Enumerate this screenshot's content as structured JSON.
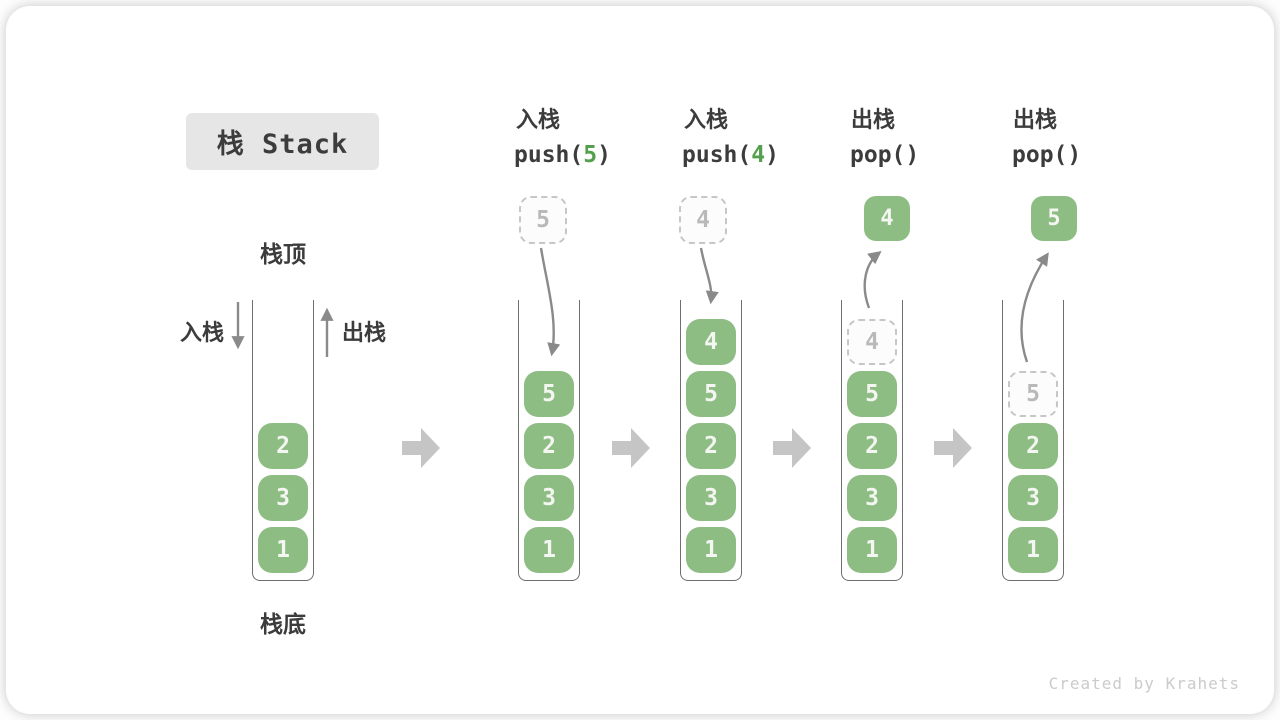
{
  "title": {
    "text": "栈 Stack"
  },
  "legend": {
    "stack_top": "栈顶",
    "stack_bottom": "栈底",
    "push_label": "入栈",
    "pop_label": "出栈"
  },
  "watermark": "Created by Krahets",
  "colors": {
    "box-green": "#8ebd84",
    "accent-green": "#55a04e",
    "label-dark": "#3c3c3c",
    "ghost-gray": "#b9b9b9",
    "ghost-border": "#c6c6c6",
    "tube-stroke": "#6f6f6f",
    "arrow-gray": "#8a8a8a",
    "transition-arrow": "#c5c5c5",
    "title-bg": "#e6e6e6",
    "watermark": "#cbcbcb"
  },
  "columns": [
    {
      "name": "initial",
      "items": [
        "2",
        "3",
        "1"
      ]
    },
    {
      "name": "push-5",
      "op_label": "入栈",
      "code": {
        "fn": "push(",
        "arg": "5",
        "close": ")"
      },
      "incoming_ghost": "5",
      "items": [
        "5",
        "2",
        "3",
        "1"
      ]
    },
    {
      "name": "push-4",
      "op_label": "入栈",
      "code": {
        "fn": "push(",
        "arg": "4",
        "close": ")"
      },
      "incoming_ghost": "4",
      "items": [
        "4",
        "5",
        "2",
        "3",
        "1"
      ]
    },
    {
      "name": "pop-4",
      "op_label": "出栈",
      "code": {
        "fn": "pop(",
        "arg": "",
        "close": ")"
      },
      "popped_value": "4",
      "removed_ghost": "4",
      "items": [
        "5",
        "2",
        "3",
        "1"
      ]
    },
    {
      "name": "pop-5",
      "op_label": "出栈",
      "code": {
        "fn": "pop(",
        "arg": "",
        "close": ")"
      },
      "popped_value": "5",
      "removed_ghost": "5",
      "items": [
        "2",
        "3",
        "1"
      ]
    }
  ]
}
